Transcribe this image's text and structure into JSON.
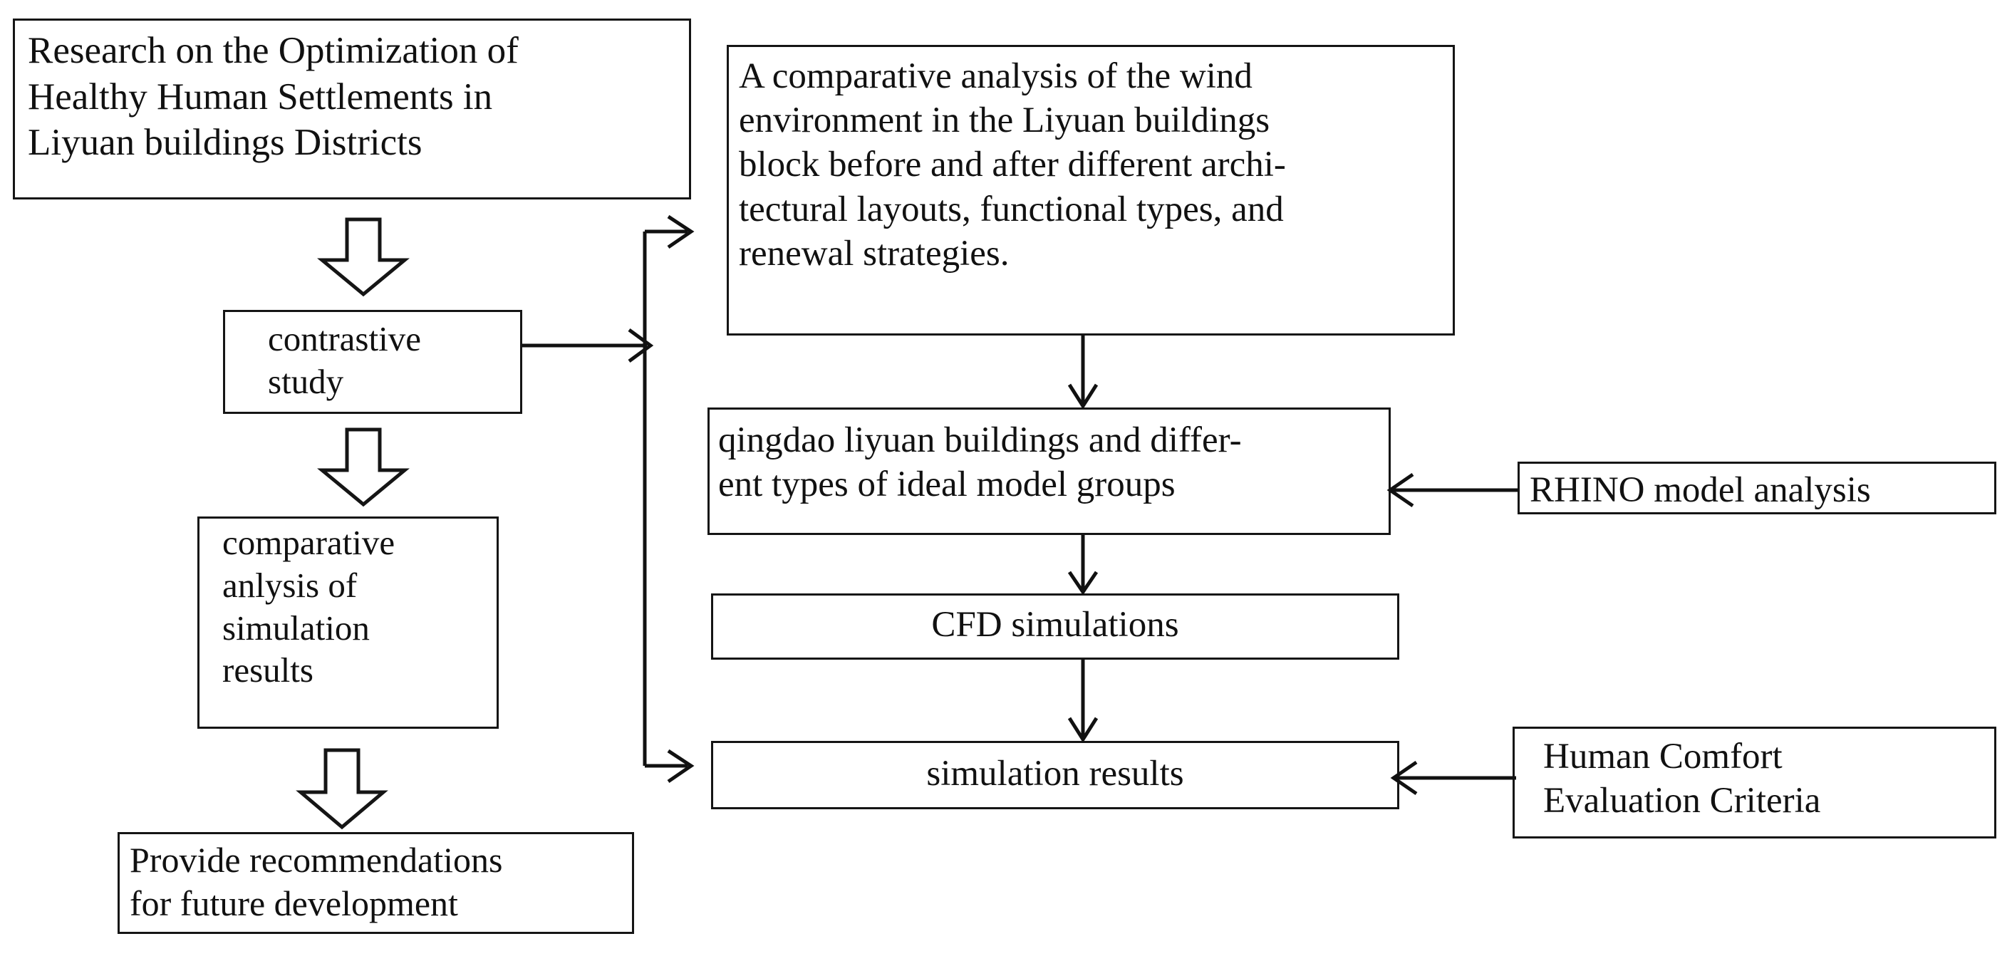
{
  "diagram": {
    "title": "Research methodology flowchart",
    "type": "flowchart",
    "stroke_color": "#111111",
    "background_color": "#ffffff",
    "nodes": {
      "title_box": "Research on the Optimization of\nHealthy Human Settlements in\nLiyuan buildings Districts",
      "contrastive_study": "contrastive\nstudy",
      "comparative_analysis": "comparative\nanlysis of\nsimulation\nresults",
      "provide_recommendations": "Provide recommendations\nfor future development",
      "wind_comparative_analysis": "A comparative analysis of the wind\nenvironment in the Liyuan buildings\nblock before and after different archi-\ntectural layouts, functional types, and\nrenewal strategies.",
      "qingdao_models": "qingdao liyuan buildings and differ-\nent types of ideal model groups",
      "cfd_simulations": "CFD simulations",
      "simulation_results": "simulation results",
      "rhino_model_analysis": "RHINO model analysis",
      "human_comfort_criteria": "Human Comfort\nEvaluation Criteria"
    },
    "connectors": [
      {
        "name": "title-to-contrastive",
        "style": "hollow-block-arrow",
        "direction": "down"
      },
      {
        "name": "contrastive-to-comparative",
        "style": "hollow-block-arrow",
        "direction": "down"
      },
      {
        "name": "comparative-to-provide",
        "style": "hollow-block-arrow",
        "direction": "down"
      },
      {
        "name": "contrastive-to-trunk",
        "style": "line-arrow",
        "direction": "right"
      },
      {
        "name": "trunk-to-wind-analysis",
        "style": "elbow-line-arrow",
        "direction": "right"
      },
      {
        "name": "trunk-to-simulation-results",
        "style": "elbow-line-arrow",
        "direction": "right"
      },
      {
        "name": "wind-analysis-to-qingdao",
        "style": "line-arrow",
        "direction": "down"
      },
      {
        "name": "qingdao-to-cfd",
        "style": "line-arrow",
        "direction": "down"
      },
      {
        "name": "cfd-to-simulation-results",
        "style": "line-arrow",
        "direction": "down"
      },
      {
        "name": "rhino-to-qingdao",
        "style": "line-arrow",
        "direction": "left"
      },
      {
        "name": "comfort-to-simulation-results",
        "style": "line-arrow",
        "direction": "left"
      }
    ]
  }
}
